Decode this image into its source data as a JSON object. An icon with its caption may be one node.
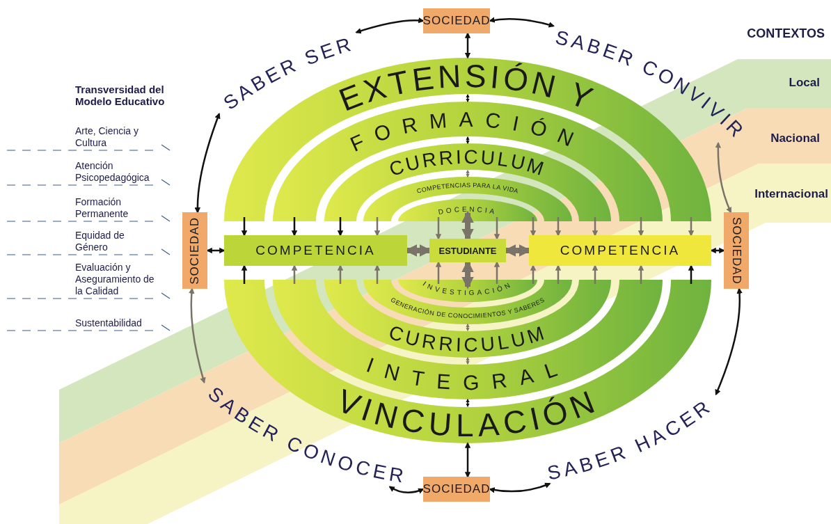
{
  "diagram": {
    "nodes": [
      {
        "text": [
          "SOCIEDAD"
        ]
      },
      {
        "text": [
          "SOCIEDAD"
        ]
      },
      {
        "text": [
          "SOCIEDAD"
        ]
      },
      {
        "text": [
          "SOCIEDAD"
        ]
      },
      {
        "text": [
          "SABER SER"
        ]
      },
      {
        "text": [
          "SABER CONVIVIR"
        ]
      },
      {
        "text": [
          "SABER CONOCER"
        ]
      },
      {
        "text": [
          "SABER HACER"
        ]
      },
      {
        "text": [
          "COMPETENCIA"
        ]
      },
      {
        "text": [
          "ESTUDIANTE"
        ]
      },
      {
        "text": [
          "COMPETENCIA"
        ]
      },
      {
        "text": [
          "EXTENSIÓN Y"
        ]
      },
      {
        "text": [
          "FORMACIÓN"
        ]
      },
      {
        "text": [
          "CURRICULUM"
        ]
      },
      {
        "text": [
          "COMPETENCIAS PARA LA VIDA"
        ]
      },
      {
        "text": [
          "DOCENCIA"
        ]
      },
      {
        "text": [
          "INVESTIGACIÓN"
        ]
      },
      {
        "text": [
          "GENERACIÓN DE CONOCIMIENTOS Y SABERES"
        ]
      },
      {
        "text": [
          "CURRICULUM"
        ]
      },
      {
        "text": [
          "INTEGRAL"
        ]
      },
      {
        "text": [
          "VINCULACIÓN"
        ]
      },
      {
        "text": [
          "Local"
        ]
      },
      {
        "text": [
          "Nacional"
        ]
      },
      {
        "text": [
          "Internacional"
        ]
      }
    ],
    "edges": [
      {
        "from": 4,
        "to": 0,
        "arrow": "both",
        "color": "#111111"
      },
      {
        "from": 0,
        "to": 5,
        "arrow": "both",
        "color": "#111111"
      },
      {
        "from": 4,
        "to": 1,
        "arrow": "both",
        "color": "#111111"
      },
      {
        "from": 5,
        "to": 2,
        "arrow": "both"
      },
      {
        "from": 1,
        "to": 6,
        "arrow": "both"
      },
      {
        "from": 2,
        "to": 7,
        "arrow": "both",
        "color": "#111111"
      },
      {
        "from": 6,
        "to": 3,
        "arrow": "both",
        "color": "#111111"
      },
      {
        "from": 3,
        "to": 7,
        "arrow": "both",
        "color": "#111111"
      },
      {
        "from": 0,
        "to": 11,
        "arrow": "both",
        "color": "#111111"
      },
      {
        "from": 3,
        "to": 20,
        "arrow": "both",
        "color": "#111111"
      },
      {
        "from": 1,
        "to": 8,
        "arrow": "both",
        "color": "#111111"
      },
      {
        "from": 2,
        "to": 10,
        "arrow": "both",
        "color": "#111111"
      },
      {
        "from": 8,
        "to": 9,
        "arrow": "both",
        "style": "thick"
      },
      {
        "from": 9,
        "to": 10,
        "arrow": "both",
        "style": "thick"
      },
      {
        "from": 11,
        "to": 12,
        "arrow": "both",
        "color": "#111111"
      },
      {
        "from": 12,
        "to": 13,
        "arrow": "both",
        "color": "#111111"
      },
      {
        "from": 13,
        "to": 14,
        "arrow": "both"
      },
      {
        "from": 20,
        "to": 19,
        "arrow": "both",
        "color": "#111111"
      },
      {
        "from": 19,
        "to": 18,
        "arrow": "both"
      },
      {
        "from": 18,
        "to": 17,
        "arrow": "both"
      },
      {
        "from": 11,
        "to": 8,
        "arrow": "to",
        "color": "#111111"
      },
      {
        "from": 12,
        "to": 8,
        "arrow": "to",
        "color": "#111111"
      },
      {
        "from": 13,
        "to": 8,
        "arrow": "to",
        "color": "#111111"
      },
      {
        "from": 14,
        "to": 8,
        "arrow": "to"
      },
      {
        "from": 15,
        "to": 9,
        "arrow": "to"
      },
      {
        "from": 15,
        "to": 9,
        "arrow": "both",
        "style": "thick"
      },
      {
        "from": 15,
        "to": 9,
        "arrow": "to"
      },
      {
        "from": 15,
        "to": 10,
        "arrow": "to"
      },
      {
        "from": 14,
        "to": 10,
        "arrow": "to"
      },
      {
        "from": 13,
        "to": 10,
        "arrow": "to"
      },
      {
        "from": 12,
        "to": 10,
        "arrow": "to"
      },
      {
        "from": 11,
        "to": 10,
        "arrow": "to"
      },
      {
        "from": 20,
        "to": 8,
        "arrow": "to",
        "color": "#111111"
      },
      {
        "from": 19,
        "to": 8,
        "arrow": "to"
      },
      {
        "from": 18,
        "to": 8,
        "arrow": "to"
      },
      {
        "from": 17,
        "to": 8,
        "arrow": "to"
      },
      {
        "from": 16,
        "to": 9,
        "arrow": "to"
      },
      {
        "from": 16,
        "to": 9,
        "arrow": "both",
        "style": "thick"
      },
      {
        "from": 16,
        "to": 9,
        "arrow": "to"
      },
      {
        "from": 16,
        "to": 10,
        "arrow": "to"
      },
      {
        "from": 17,
        "to": 10,
        "arrow": "to"
      },
      {
        "from": 18,
        "to": 10,
        "arrow": "to"
      },
      {
        "from": 19,
        "to": 10,
        "arrow": "to"
      },
      {
        "from": 20,
        "to": 10,
        "arrow": "to",
        "color": "#111111"
      }
    ],
    "labels": [
      "CONTEXTOS",
      "Transversidad del Modelo Educativo",
      "Arte, Ciencia y Cultura",
      "Atención Psicopedagógica",
      "Formación Permanente",
      "Equidad de Género",
      "Evaluación y Aseguramiento de la Calidad",
      "Sustentabilidad"
    ]
  }
}
